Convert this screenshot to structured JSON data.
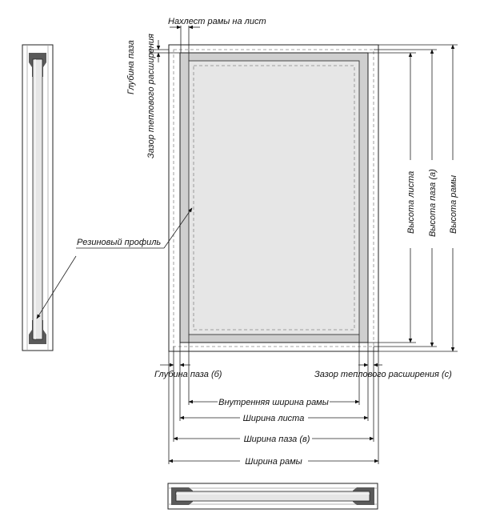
{
  "labels": {
    "frame_overlap": "Нахлест рамы на лист",
    "groove_depth_top": "Глубина паза",
    "thermal_gap_top": "Зазор теплового расширения",
    "rubber_profile": "Резиновый профиль",
    "sheet_height": "Высота листа",
    "groove_height": "Высота паза (а)",
    "frame_height": "Высота  рамы",
    "groove_depth_bottom": "Глубина паза (б)",
    "thermal_gap_bottom": "Зазор теплового расширения (с)",
    "inner_frame_width": "Внутренняя ширина рамы",
    "sheet_width": "Ширина листа",
    "groove_width": "Ширина паза (в)",
    "frame_width": "Ширина рамы"
  },
  "colors": {
    "sheet_fill": "#e6e6e6",
    "frame_fill": "#f4f4f4",
    "profile_fill": "#5a5a5a",
    "line": "#222222",
    "dashed": "#888888"
  }
}
